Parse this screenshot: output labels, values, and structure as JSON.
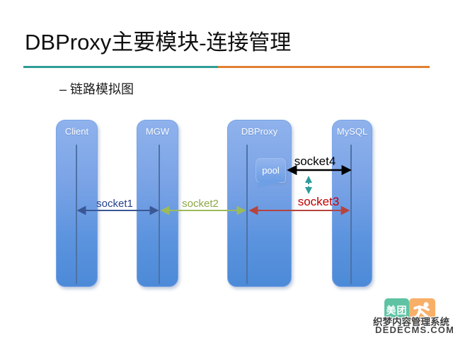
{
  "slide": {
    "title_part1": "DBProxy主要模块",
    "title_part2": "-连接管理",
    "bullet": "– 链路模拟图",
    "divider_colors": {
      "left": "#2F9C94",
      "right": "#DF8030"
    }
  },
  "diagram": {
    "lanes": [
      {
        "label": "Client"
      },
      {
        "label": "MGW"
      },
      {
        "label": "DBProxy"
      },
      {
        "label": "MySQL"
      }
    ],
    "pool_label": "pool",
    "sockets": [
      {
        "label": "socket1",
        "color": "#24418C"
      },
      {
        "label": "socket2",
        "color": "#8CA847"
      },
      {
        "label": "socket3",
        "color": "#C00000"
      },
      {
        "label": "socket4",
        "color": "#000000"
      }
    ],
    "dashed_link_color": "#2F9C9C",
    "bar_color_top": "#8FB2EC",
    "bar_color_bottom": "#4C8AD7"
  },
  "watermark": {
    "logo_text": "美团",
    "line1": "织梦内容管理系统",
    "line2": "DEDECMS.COM",
    "logo_colors": {
      "left": "#5FC3A3",
      "right": "#F8AF68"
    }
  }
}
